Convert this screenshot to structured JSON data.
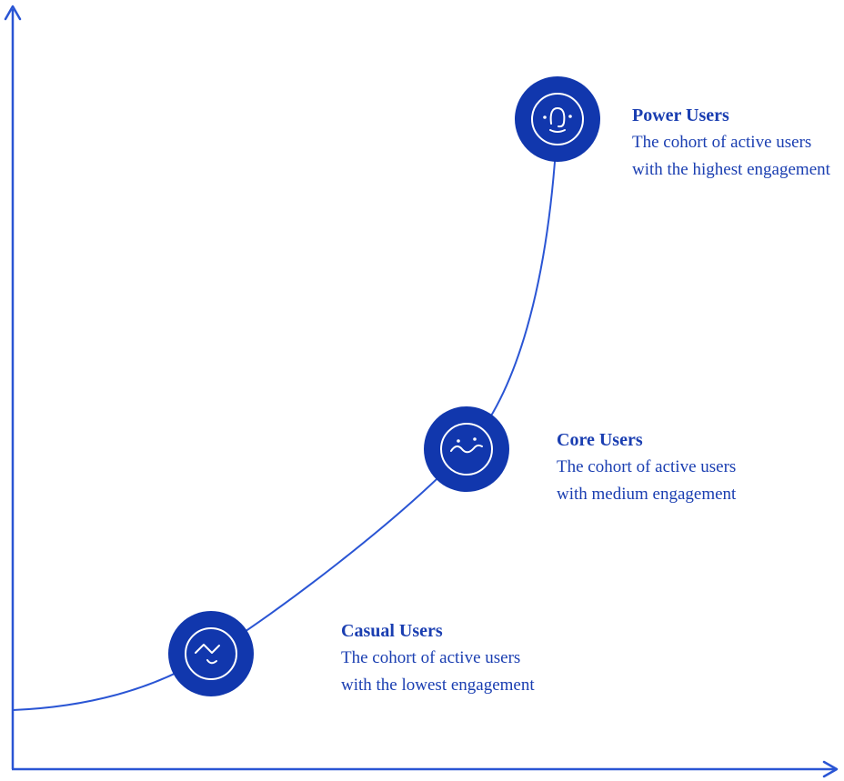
{
  "colors": {
    "primary_fill": "#1137ad",
    "line_stroke": "#2a55d4",
    "text": "#1a3eb1",
    "icon_stroke": "#ffffff",
    "background": "#ffffff"
  },
  "diagram": {
    "type": "growth-curve",
    "axes": {
      "x_arrow": true,
      "y_arrow": true
    },
    "nodes": [
      {
        "id": "casual",
        "label": "Casual Users",
        "description": "The cohort of active users with the lowest engagement",
        "icon": "casual-face-icon",
        "position_on_curve": "low"
      },
      {
        "id": "core",
        "label": "Core Users",
        "description": "The cohort of active users with medium engagement",
        "icon": "core-face-icon",
        "position_on_curve": "middle"
      },
      {
        "id": "power",
        "label": "Power Users",
        "description": "The cohort of active users with the highest engagement",
        "icon": "power-face-icon",
        "position_on_curve": "high"
      }
    ]
  }
}
